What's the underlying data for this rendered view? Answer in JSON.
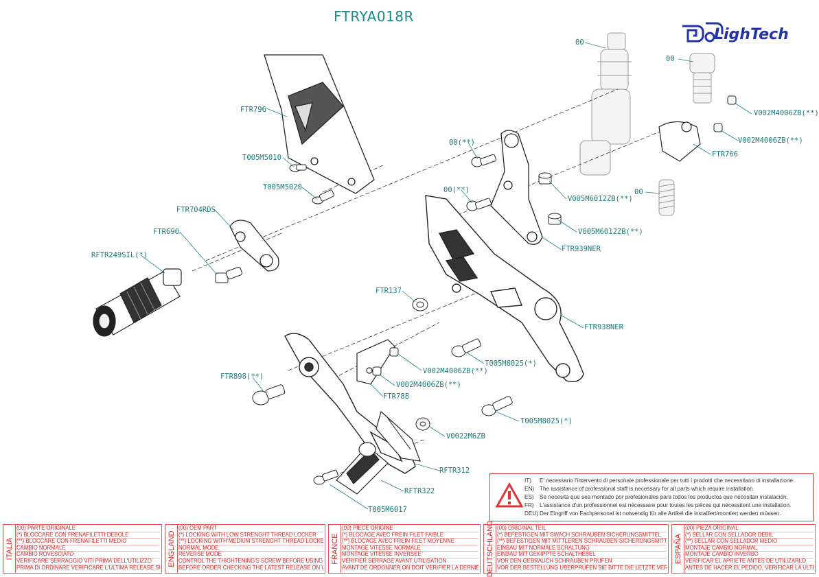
{
  "title": "FTRYA018R",
  "brand": "LighTech",
  "callouts": [
    {
      "id": "c-ftr796",
      "text": "FTR796"
    },
    {
      "id": "c-t005m5010",
      "text": "T005M5010"
    },
    {
      "id": "c-t005m5020",
      "text": "T005M5020"
    },
    {
      "id": "c-ftr704rds",
      "text": "FTR704RDS"
    },
    {
      "id": "c-ftr690",
      "text": "FTR690"
    },
    {
      "id": "c-rftr249sil",
      "text": "RFTR249SIL(*)"
    },
    {
      "id": "c-00-top",
      "text": "00"
    },
    {
      "id": "c-00-right",
      "text": "00"
    },
    {
      "id": "c-00-spring",
      "text": "00"
    },
    {
      "id": "c-00-a",
      "text": "00(**)"
    },
    {
      "id": "c-00-b",
      "text": "00(**)"
    },
    {
      "id": "c-v002m4006zb-a",
      "text": "V002M4006ZB(**)"
    },
    {
      "id": "c-v002m4006zb-b",
      "text": "V002M4006ZB(**)"
    },
    {
      "id": "c-ftr766",
      "text": "FTR766"
    },
    {
      "id": "c-v005m6012zb-a",
      "text": "V005M6012ZB(**)"
    },
    {
      "id": "c-v005m6012zb-b",
      "text": "V005M6012ZB(**)"
    },
    {
      "id": "c-ftr939ner",
      "text": "FTR939NER"
    },
    {
      "id": "c-ftr137",
      "text": "FTR137"
    },
    {
      "id": "c-ftr938ner",
      "text": "FTR938NER"
    },
    {
      "id": "c-t005m8025-a",
      "text": "T005M8025(*)"
    },
    {
      "id": "c-v002m4006zb-c",
      "text": "V002M4006ZB(**)"
    },
    {
      "id": "c-v002m4006zb-d",
      "text": "V002M4006ZB(**)"
    },
    {
      "id": "c-ftr898",
      "text": "FTR898(**)"
    },
    {
      "id": "c-ftr788",
      "text": "FTR788"
    },
    {
      "id": "c-t005m8025-b",
      "text": "T005M8025(*)"
    },
    {
      "id": "c-v0022m6zb",
      "text": "V0022M6ZB"
    },
    {
      "id": "c-rftr312",
      "text": "RFTR312"
    },
    {
      "id": "c-rftr322",
      "text": "RFTR322"
    },
    {
      "id": "c-t005m6017",
      "text": "T005M6017"
    }
  ],
  "warning": {
    "lines": [
      {
        "cc": "IT)",
        "text": "E' necessario l'intervento di personale professionale per tutti i prodotti che necessitano di installazione."
      },
      {
        "cc": "EN)",
        "text": "The assistance of professional staff is necessary for all parts which require installation."
      },
      {
        "cc": "ES)",
        "text": "Se necesita que sea montado por profesionales para todos los productos que necesitan instalación."
      },
      {
        "cc": "FR)",
        "text": "L'assistance d'un professionnel est nécessaire pour toutes les pièces qui nécessitent une installation."
      },
      {
        "cc": "DEU)",
        "text": "Der Eingriff von Fachpersonal ist notwendig  für alle Artikel die installiert/montiert werden müssen."
      }
    ]
  },
  "legends": [
    {
      "country": "ITALIA",
      "rows": [
        "(00) PARTE ORIGINALE",
        "(*)   BLOCCARE CON FRENAFILETTI DEBOLE",
        "(**)  BLOCCARE CON FRENAFILETTI MEDIO",
        "CAMBIO NORMALE",
        "CAMBIO ROVESCIATO",
        "VERIFICARE SERRAGGIO VITI PRIMA DELL'UTILIZZO",
        "PRIMA DI ORDINARE VERIFICARE L'ULTIMA RELEASE SUL SITO"
      ]
    },
    {
      "country": "ENGLAND",
      "rows": [
        "(00) OEM PART",
        "(*)   LOCKING WITH LOW STRENGHT THREAD LOCKER",
        "(**)  LOCKING WITH MEDIUM STRENGHT THREAD LOCKER",
        "NORMAL MODE",
        "REVERSE MODE",
        "CONTROL THE THIGHTENING'S SCREW BEFORE USING",
        "BEFORE ORDER CHECKING THE LATEST RELEASE ON WEBSITE"
      ]
    },
    {
      "country": "FRANCE",
      "rows": [
        "(00) PIECE ORIGINE",
        "(*)   BLOCAGE AVEC FREIN FILET FAIBLE",
        "(**)  BLOCAGE AVEC FREIN FILET MOYENNE",
        "MONTAGE VITESSE NORMALE",
        "MONTAGE VITESSE INVERSEE",
        "VERIFIER SERRAGE AVANT UTILISATION",
        "AVANT DE ORDONNER ON DOIT VÉRIFIER LA DERNIERE RELEASE SUR LE SITE INTERNET"
      ]
    },
    {
      "country": "DEUTSCHLAND",
      "rows": [
        "(00) ORIGINAL TEIL",
        "(*)   BEFESTIGEN MIT SWACH SCHRAUBEN SICHERUNGSMITTEL",
        "(**)  BEFESTIGEN MIT MITTLEREN SCHRAUBEN SICHERUNGSMITTEL",
        "EINBAU MIT NORMALE SCHALTUNG",
        "EINBAU MIT GEKIPPTE SCHALTHEBEL",
        "VOR DEN GEBRAUCH SCHRAUBEN PRÜFEN",
        "VOR DER BESTELLUNG ÜBERPRÜFEN SIE BITTE DIE LETZTE VERSION DIESER ARTIKEL AUF DER INTERNET SEITE VON LIGHTECH"
      ]
    },
    {
      "country": "ESPAÑA",
      "rows": [
        "(00) PIEZA ORIGINAL",
        "(*)   SELLAR CON SELLADOR DEBIL",
        "(**)  SELLAR CON SELLADOR MEDIO",
        "MONTAJE  CAMBIO NORMAL",
        "MONTAJE CAMBIO INVERSO",
        "VERIFICAR EL APRIETE ANTES DE UTILIZARLO",
        "ANTES DE HACER EL PEDIDO, VERIFICAR LA ULTIMA VERSION EN LA WEB LIGHTECH"
      ]
    }
  ],
  "colors": {
    "callout": "#1a7a7a",
    "title": "#1a8a8a",
    "legend": "#dd2222",
    "logo": "#2233aa",
    "warning": "#dd3333"
  }
}
